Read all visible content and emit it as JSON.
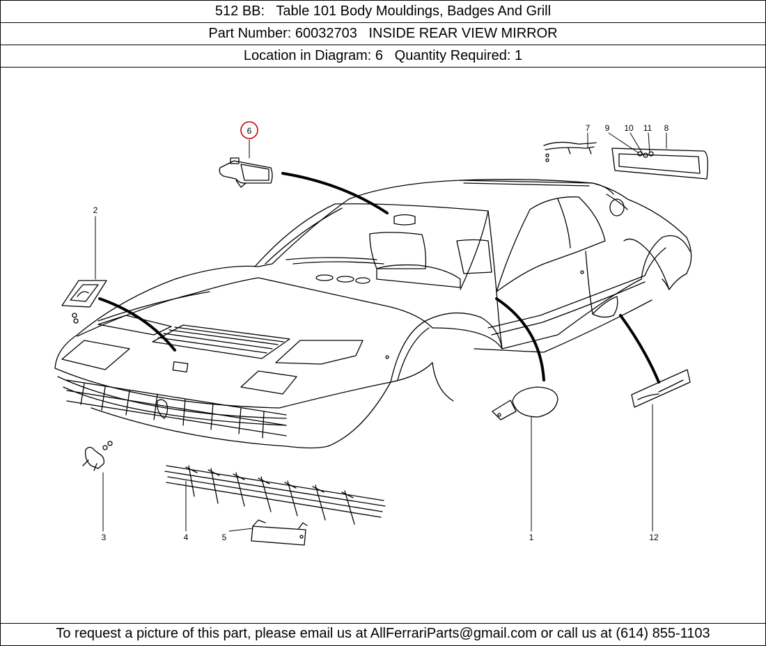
{
  "header": {
    "title": "512 BB:   Table 101 Body Mouldings, Badges And Grill",
    "part_number": "Part Number: 60032703   INSIDE REAR VIEW MIRROR",
    "location": "Location in Diagram: 6   Quantity Required: 1"
  },
  "diagram": {
    "highlighted_callout": "6",
    "highlight_color": "#cc0000",
    "callouts": {
      "c1": "1",
      "c2": "2",
      "c3": "3",
      "c4": "4",
      "c5": "5",
      "c6": "6",
      "c7": "7",
      "c8": "8",
      "c9": "9",
      "c10": "10",
      "c11": "11",
      "c12": "12"
    }
  },
  "footer": {
    "text": "To request a picture of this part, please email us at AllFerrariParts@gmail.com or call us at (614) 855-1103"
  }
}
